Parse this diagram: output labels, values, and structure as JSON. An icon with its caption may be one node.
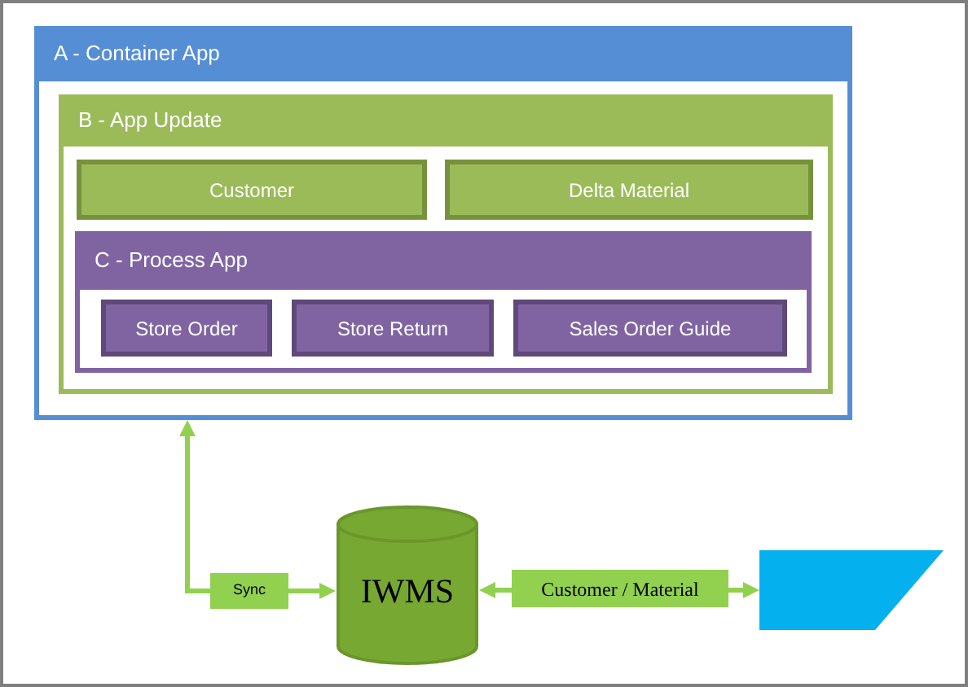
{
  "diagram": {
    "nodes": [
      {
        "text": [
          "A - Container App"
        ]
      },
      {
        "text": [
          "B - App Update"
        ],
        "in": 0
      },
      {
        "text": [
          "Customer"
        ],
        "in": 1
      },
      {
        "text": [
          "Delta Material"
        ],
        "in": 1
      },
      {
        "text": [
          "C - Process App"
        ],
        "in": 1
      },
      {
        "text": [
          "Store Order"
        ],
        "in": 4
      },
      {
        "text": [
          "Store Return"
        ],
        "in": 4
      },
      {
        "text": [
          "Sales Order Guide"
        ],
        "in": 4
      },
      {
        "text": [
          "IWMS"
        ]
      },
      {
        "text": [],
        "shape": "trapezoid"
      }
    ],
    "edges": [
      {
        "from": 0,
        "to": 8,
        "arrow": "both",
        "label": "Sync"
      },
      {
        "from": 8,
        "to": 9,
        "arrow": "both",
        "label": "Customer / Material"
      }
    ]
  }
}
